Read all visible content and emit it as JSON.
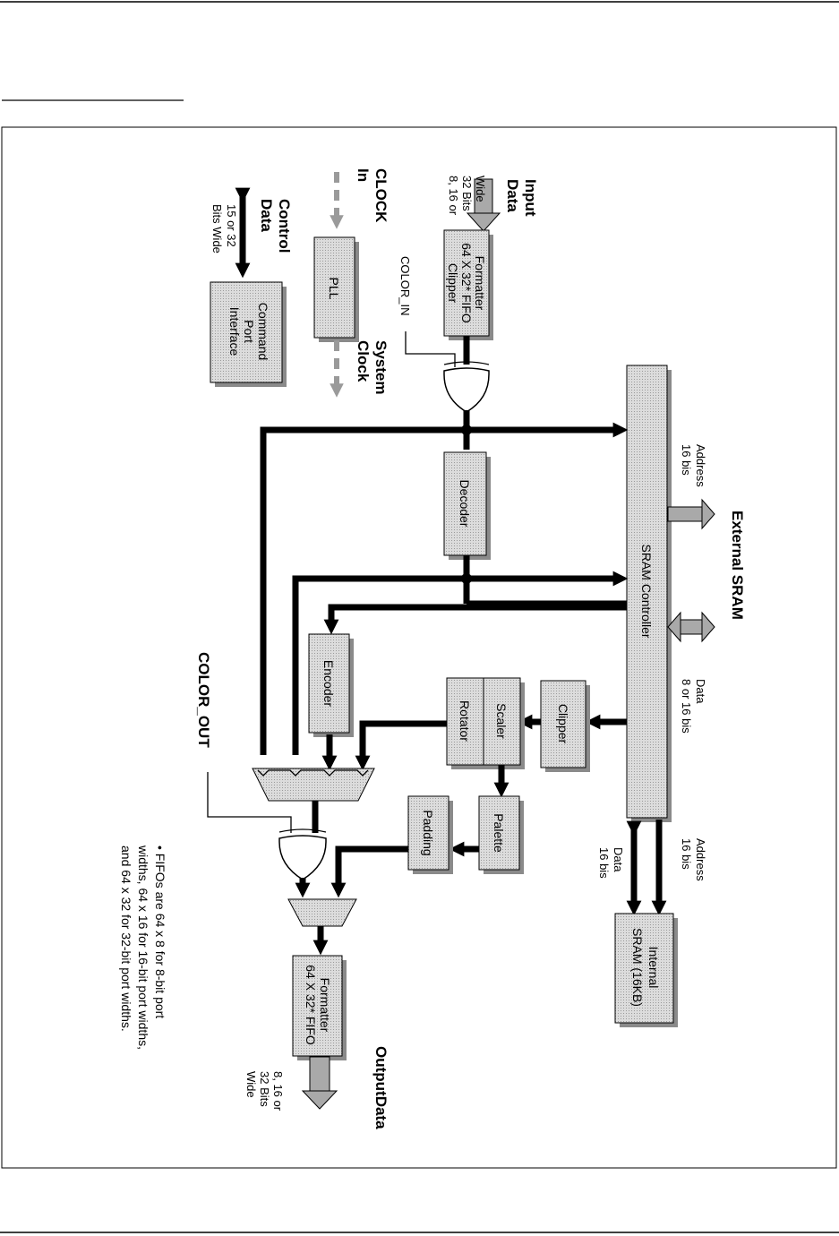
{
  "blocks": {
    "input_formatter": [
      "Formatter",
      "64 X 32* FIFO",
      "Clipper"
    ],
    "pll": [
      "PLL"
    ],
    "command_port": [
      "Command",
      "Port",
      "Interface"
    ],
    "sram_controller": [
      "SRAM Controller"
    ],
    "decoder": [
      "Decoder"
    ],
    "encoder": [
      "Encoder"
    ],
    "clipper": [
      "Clipper"
    ],
    "scaler": [
      "Scaler"
    ],
    "rotator": [
      "Rotator"
    ],
    "palette": [
      "Palette"
    ],
    "padding": [
      "Padding"
    ],
    "internal_sram": [
      "Internal",
      "SRAM (16KB)"
    ],
    "output_formatter": [
      "Formatter",
      "64 X 32* FIFO"
    ]
  },
  "labels": {
    "input_data": [
      "Input",
      "Data"
    ],
    "input_width": [
      "8, 16 or",
      "32 Bits",
      "Wide"
    ],
    "clock_in": [
      "CLOCK",
      "In"
    ],
    "system_clock": [
      "System",
      "Clock"
    ],
    "control_data": [
      "Control",
      "Data"
    ],
    "control_width": [
      "15 or 32",
      "Bits Wide"
    ],
    "color_in": "COLOR_IN",
    "color_out": "COLOR_OUT",
    "external_sram": "External SRAM",
    "ext_address": [
      "Address",
      "16 bis"
    ],
    "ext_data": [
      "Data",
      "8 or 16 bis"
    ],
    "int_address": [
      "Address",
      "16 bis"
    ],
    "int_data": [
      "Data",
      "16 bis"
    ],
    "output_data": "OutputData",
    "output_width": [
      "8, 16 or",
      "32 Bits",
      "Wide"
    ]
  },
  "note": [
    "•  FIFOs are 64 x 8 for 8-bit port",
    "   widths, 64 x 16 for 16-bit port widths,",
    "   and 64 x 32 for 32-bit port widths."
  ]
}
